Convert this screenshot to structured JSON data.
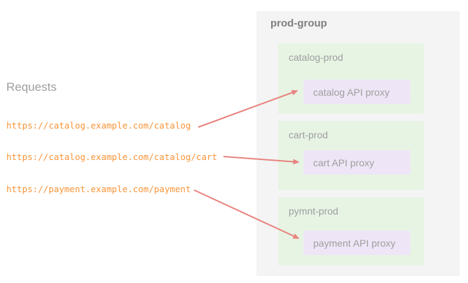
{
  "left": {
    "heading": "Requests",
    "urls": [
      "https://catalog.example.com/catalog",
      "https://catalog.example.com/catalog/cart",
      "https://payment.example.com/payment"
    ]
  },
  "group": {
    "title": "prod-group",
    "environments": [
      {
        "name": "catalog-prod",
        "proxy": "catalog API proxy"
      },
      {
        "name": "cart-prod",
        "proxy": "cart API proxy"
      },
      {
        "name": "pymnt-prod",
        "proxy": "payment API proxy"
      }
    ]
  },
  "colors": {
    "url_text": "#f9953a",
    "arrow": "#e8837e",
    "group_bg": "#f4f4f4",
    "env_bg": "#e7f4e4",
    "proxy_bg": "#eee6f6",
    "label_text": "#9e9e9e",
    "title_text": "#7f7f7f"
  }
}
